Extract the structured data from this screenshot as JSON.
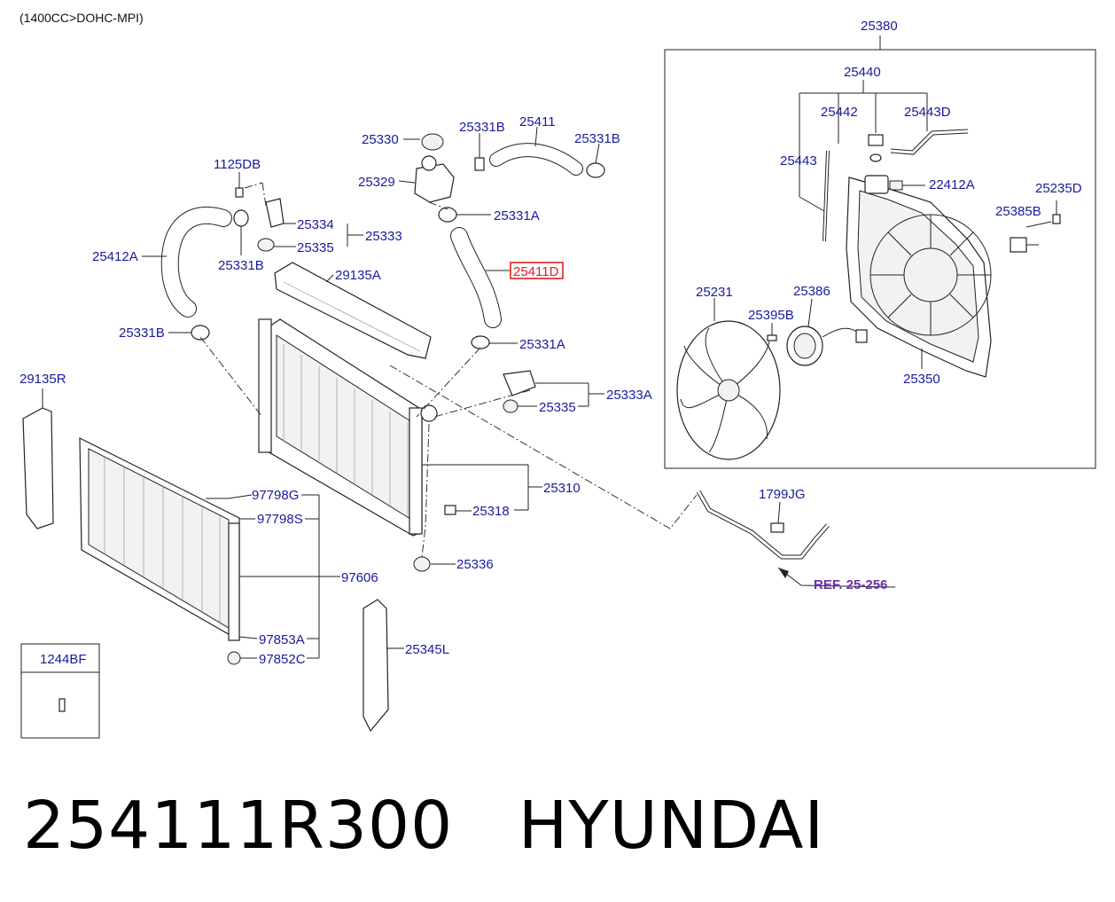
{
  "header": {
    "engine_spec": "(1400CC>DOHC-MPI)"
  },
  "labels": {
    "p25380": "25380",
    "p25440": "25440",
    "p25442": "25442",
    "p25443D": "25443D",
    "p25443": "25443",
    "p22412A": "22412A",
    "p25235D": "25235D",
    "p25385B": "25385B",
    "p25231": "25231",
    "p25386": "25386",
    "p25395B": "25395B",
    "p25350": "25350",
    "p25330": "25330",
    "p25331B_a": "25331B",
    "p25411": "25411",
    "p25331B_b": "25331B",
    "p25329": "25329",
    "p25331A_a": "25331A",
    "p25411D": "25411D",
    "p25331A_b": "25331A",
    "p1125DB": "1125DB",
    "p25334": "25334",
    "p25333": "25333",
    "p25335_a": "25335",
    "p25412A": "25412A",
    "p25331B_c": "25331B",
    "p29135A": "29135A",
    "p25331B_d": "25331B",
    "p29135R": "29135R",
    "p25333A": "25333A",
    "p25335_b": "25335",
    "p25310": "25310",
    "p25318": "25318",
    "p97798G": "97798G",
    "p97798S": "97798S",
    "p97606": "97606",
    "p1799JG": "1799JG",
    "p25336": "25336",
    "p97853A": "97853A",
    "p97852C": "97852C",
    "p25345L": "25345L",
    "p1244BF": "1244BF",
    "ref": "REF. 25-256"
  },
  "caption": {
    "part_number": "254111R300",
    "brand": "HYUNDAI"
  },
  "highlight": {
    "part": "25411D",
    "color": "#e02020"
  },
  "colors": {
    "label": "#1a1a9e",
    "ref": "#6a2fb0"
  }
}
